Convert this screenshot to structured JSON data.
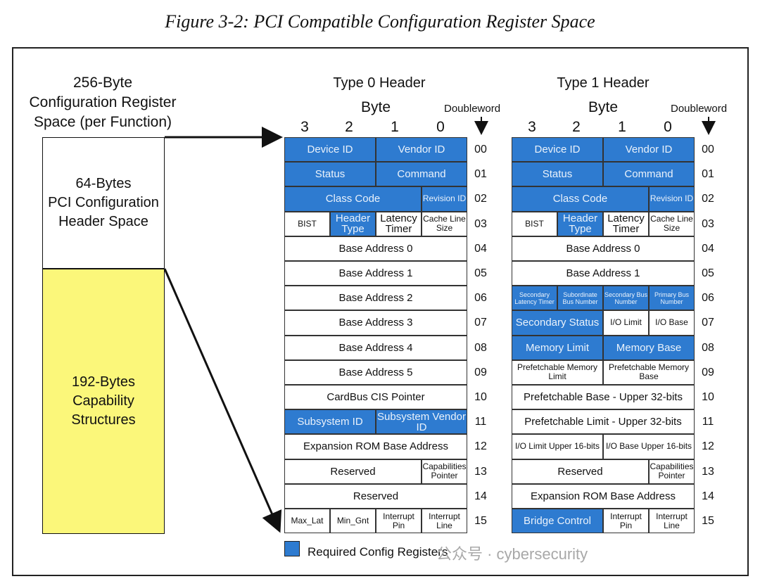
{
  "figure_title": "Figure 3-2: PCI Compatible Configuration Register Space",
  "left": {
    "title_lines": [
      "256-Byte",
      "Configuration Register",
      "Space (per Function)"
    ],
    "top_box_lines": [
      "64-Bytes",
      "PCI Configuration",
      "Header Space"
    ],
    "bottom_box_lines": [
      "192-Bytes",
      "Capability",
      "Structures"
    ]
  },
  "byte_label": "Byte",
  "doubleword_label": "Doubleword",
  "byte_numbers": [
    "3",
    "2",
    "1",
    "0"
  ],
  "doublewords": [
    "00",
    "01",
    "02",
    "03",
    "04",
    "05",
    "06",
    "07",
    "08",
    "09",
    "10",
    "11",
    "12",
    "13",
    "14",
    "15"
  ],
  "colors": {
    "required": "#2e7bd0",
    "capability_bg": "#fbf77a"
  },
  "type0": {
    "title": "Type 0 Header",
    "rows": [
      [
        {
          "t": "Device ID",
          "s": 2,
          "b": true
        },
        {
          "t": "Vendor ID",
          "s": 2,
          "b": true
        }
      ],
      [
        {
          "t": "Status",
          "s": 2,
          "b": true
        },
        {
          "t": "Command",
          "s": 2,
          "b": true
        }
      ],
      [
        {
          "t": "Class Code",
          "s": 3,
          "b": true
        },
        {
          "t": "Revision ID",
          "s": 1,
          "b": true,
          "f": "sm"
        }
      ],
      [
        {
          "t": "BIST",
          "s": 1,
          "f": "sm"
        },
        {
          "t": "Header Type",
          "s": 1,
          "b": true
        },
        {
          "t": "Latency Timer",
          "s": 1
        },
        {
          "t": "Cache Line Size",
          "s": 1,
          "f": "sm"
        }
      ],
      [
        {
          "t": "Base Address 0",
          "s": 4
        }
      ],
      [
        {
          "t": "Base Address 1",
          "s": 4
        }
      ],
      [
        {
          "t": "Base Address 2",
          "s": 4
        }
      ],
      [
        {
          "t": "Base Address 3",
          "s": 4
        }
      ],
      [
        {
          "t": "Base Address 4",
          "s": 4
        }
      ],
      [
        {
          "t": "Base Address 5",
          "s": 4
        }
      ],
      [
        {
          "t": "CardBus CIS Pointer",
          "s": 4
        }
      ],
      [
        {
          "t": "Subsystem ID",
          "s": 2,
          "b": true
        },
        {
          "t": "Subsystem Vendor ID",
          "s": 2,
          "b": true
        }
      ],
      [
        {
          "t": "Expansion ROM Base Address",
          "s": 4
        }
      ],
      [
        {
          "t": "Reserved",
          "s": 3
        },
        {
          "t": "Capabilities Pointer",
          "s": 1,
          "f": "sm"
        }
      ],
      [
        {
          "t": "Reserved",
          "s": 4
        }
      ],
      [
        {
          "t": "Max_Lat",
          "s": 1,
          "f": "sm"
        },
        {
          "t": "Min_Gnt",
          "s": 1,
          "f": "sm"
        },
        {
          "t": "Interrupt Pin",
          "s": 1,
          "f": "sm"
        },
        {
          "t": "Interrupt Line",
          "s": 1,
          "f": "sm"
        }
      ]
    ]
  },
  "type1": {
    "title": "Type 1 Header",
    "rows": [
      [
        {
          "t": "Device ID",
          "s": 2,
          "b": true
        },
        {
          "t": "Vendor ID",
          "s": 2,
          "b": true
        }
      ],
      [
        {
          "t": "Status",
          "s": 2,
          "b": true
        },
        {
          "t": "Command",
          "s": 2,
          "b": true
        }
      ],
      [
        {
          "t": "Class Code",
          "s": 3,
          "b": true
        },
        {
          "t": "Revision ID",
          "s": 1,
          "b": true,
          "f": "sm"
        }
      ],
      [
        {
          "t": "BIST",
          "s": 1,
          "f": "sm"
        },
        {
          "t": "Header Type",
          "s": 1,
          "b": true
        },
        {
          "t": "Latency Timer",
          "s": 1
        },
        {
          "t": "Cache Line Size",
          "s": 1,
          "f": "sm"
        }
      ],
      [
        {
          "t": "Base Address 0",
          "s": 4
        }
      ],
      [
        {
          "t": "Base Address 1",
          "s": 4
        }
      ],
      [
        {
          "t": "Secondary Latency Timer",
          "s": 1,
          "b": true,
          "f": "xs"
        },
        {
          "t": "Subordinate Bus Number",
          "s": 1,
          "b": true,
          "f": "xs"
        },
        {
          "t": "Secondary Bus Number",
          "s": 1,
          "b": true,
          "f": "xs"
        },
        {
          "t": "Primary Bus Number",
          "s": 1,
          "b": true,
          "f": "xs"
        }
      ],
      [
        {
          "t": "Secondary Status",
          "s": 2,
          "b": true
        },
        {
          "t": "I/O Limit",
          "s": 1,
          "f": "sm"
        },
        {
          "t": "I/O Base",
          "s": 1,
          "f": "sm"
        }
      ],
      [
        {
          "t": "Memory Limit",
          "s": 2,
          "b": true
        },
        {
          "t": "Memory Base",
          "s": 2,
          "b": true
        }
      ],
      [
        {
          "t": "Prefetchable Memory Limit",
          "s": 2,
          "f": "sm"
        },
        {
          "t": "Prefetchable Memory Base",
          "s": 2,
          "f": "sm"
        }
      ],
      [
        {
          "t": "Prefetchable Base - Upper 32-bits",
          "s": 4
        }
      ],
      [
        {
          "t": "Prefetchable Limit - Upper 32-bits",
          "s": 4
        }
      ],
      [
        {
          "t": "I/O Limit Upper 16-bits",
          "s": 2,
          "f": "sm"
        },
        {
          "t": "I/O Base Upper 16-bits",
          "s": 2,
          "f": "sm"
        }
      ],
      [
        {
          "t": "Reserved",
          "s": 3
        },
        {
          "t": "Capabilities Pointer",
          "s": 1,
          "f": "sm"
        }
      ],
      [
        {
          "t": "Expansion ROM Base Address",
          "s": 4
        }
      ],
      [
        {
          "t": "Bridge Control",
          "s": 2,
          "b": true
        },
        {
          "t": "Interrupt Pin",
          "s": 1,
          "f": "sm"
        },
        {
          "t": "Interrupt Line",
          "s": 1,
          "f": "sm"
        }
      ]
    ]
  },
  "legend": {
    "label": "Required Config Registers"
  },
  "watermark": "公众号 · cybersecurity"
}
